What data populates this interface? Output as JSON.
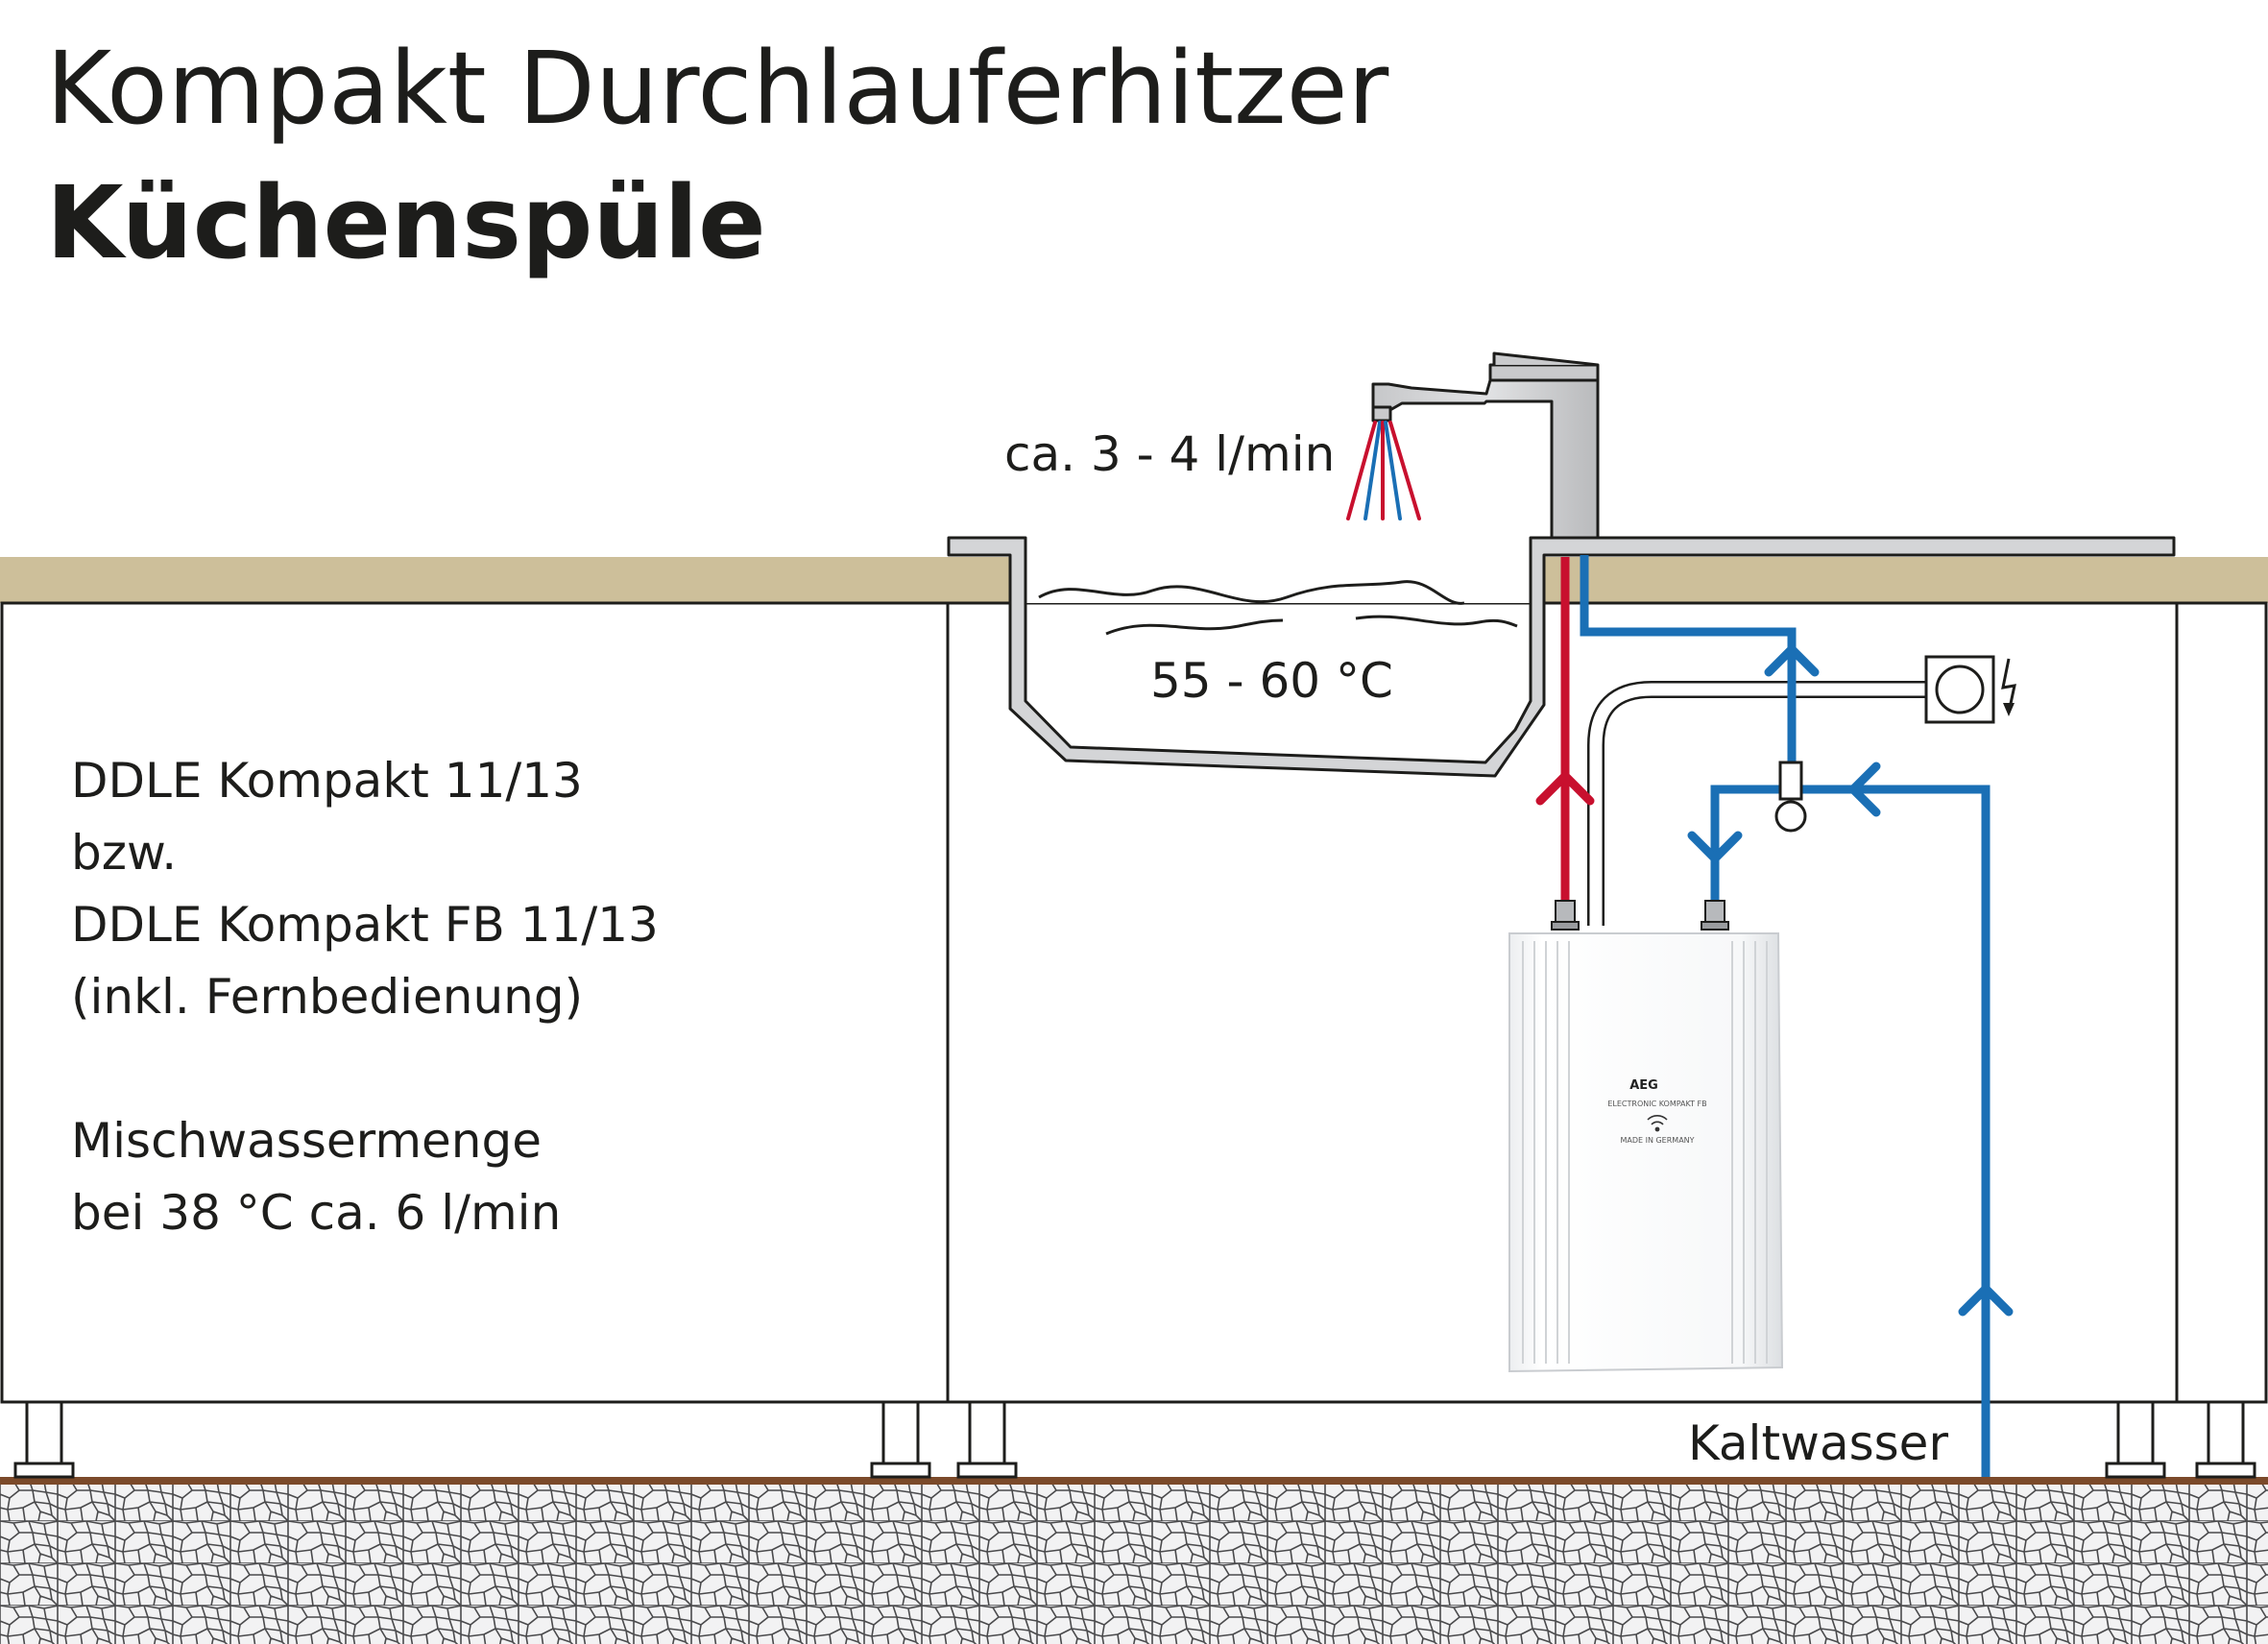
{
  "title": "Kompakt Durchlauferhitzer",
  "subtitle": "Küchenspüle",
  "labels": {
    "flow_rate": "ca. 3 - 4 l/min",
    "temperature": "55 - 60 °C",
    "cold_water": "Kaltwasser"
  },
  "product_text": [
    "DDLE Kompakt 11/13",
    "bzw.",
    "DDLE Kompakt FB 11/13",
    "(inkl. Fernbedienung)",
    "",
    "Mischwassermenge",
    "bei 38 °C ca. 6 l/min"
  ],
  "device": {
    "brand": "AEG",
    "model": "ELECTRONIC KOMPAKT FB",
    "origin": "MADE IN GERMANY"
  },
  "colors": {
    "hot_pipe": "#c8102e",
    "cold_pipe": "#1a6fb5",
    "countertop": "#cdbf9a",
    "outline": "#1d1d1b",
    "faucet": "#d4d5d7",
    "gravel": "#d9d9db",
    "floor_line": "#7b4a2a"
  },
  "icons": [
    "faucet-icon",
    "power-socket-icon",
    "lightning-icon",
    "wifi-icon",
    "gravel-ground"
  ]
}
